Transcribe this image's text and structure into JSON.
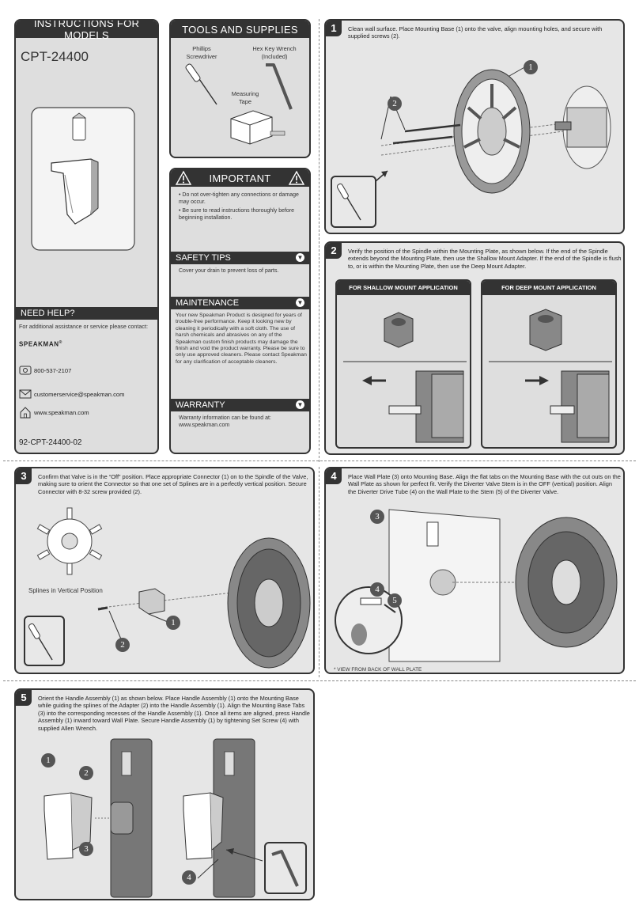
{
  "models_panel": {
    "header": "INSTRUCTIONS FOR MODELS",
    "model": "CPT-24400",
    "help_header": "NEED HELP?",
    "help_text": "For additional assistance or service please contact:",
    "brand": "SPEAKMAN",
    "brand_mark": "®",
    "phone": "800-537-2107",
    "email": "customerservice@speakman.com",
    "website": "www.speakman.com",
    "doc_number": "92-CPT-24400-02"
  },
  "tools_panel": {
    "header": "TOOLS AND SUPPLIES",
    "tools": [
      "Phillips Screwdriver",
      "Hex Key Wrench (Included)",
      "Measuring Tape"
    ]
  },
  "important_panel": {
    "header": "IMPORTANT",
    "bullets": [
      "Do not over-tighten any connections or damage may occur.",
      "Be sure to read instructions thoroughly before beginning installation."
    ],
    "safety_header": "SAFETY TIPS",
    "safety_text": "Cover your drain to prevent loss of parts.",
    "maintenance_header": "MAINTENANCE",
    "maintenance_text": "Your new Speakman Product is designed for years of trouble-free performance. Keep it looking new by cleaning it periodically with a soft cloth. The use of harsh chemicals and abrasives on any of the Speakman custom finish products may damage the finish and void the product warranty. Please be sure to only use approved cleaners. Please contact Speakman for any clarification of acceptable cleaners.",
    "warranty_header": "WARRANTY",
    "warranty_text": "Warranty information can be found at: www.speakman.com"
  },
  "steps": {
    "s1": {
      "num": "1",
      "text": "Clean wall surface. Place Mounting Base (1) onto the valve, align mounting holes, and secure with supplied screws (2)."
    },
    "s2": {
      "num": "2",
      "text": "Verify the position of the Spindle within the Mounting Plate, as shown below. If the end of the Spindle extends beyond the Mounting Plate, then use the Shallow Mount Adapter. If the end of the Spindle is flush to, or is within the Mounting Plate, then use the Deep Mount Adapter.",
      "shallow_label": "FOR SHALLOW MOUNT APPLICATION",
      "deep_label": "FOR DEEP MOUNT APPLICATION"
    },
    "s3": {
      "num": "3",
      "text": "Confirm that Valve is in the “Off” position. Place appropriate Connector (1) on to the Spindle of the Valve, making sure to orient the Connector so that one set of Splines are in a perfectly vertical position. Secure Connector with 8-32 screw provided (2).",
      "splines_label": "Splines in Vertical Position"
    },
    "s4": {
      "num": "4",
      "text": "Place Wall Plate (3) onto Mounting Base. Align the flat tabs on the Mounting Base with the cut outs on the Wall Plate as shown for perfect fit. Verify the Diverter Valve Stem is in the OFF (vertical) position. Align the Diverter Drive Tube (4) on the Wall Plate to the Stem (5) of the Diverter Valve.",
      "footnote": "* VIEW FROM BACK OF WALL PLATE"
    },
    "s5": {
      "num": "5",
      "text": "Orient the Handle Assembly (1) as shown below. Place Handle Assembly (1) onto the Mounting Base while guiding the splines of the Adapter (2) into the Handle Assembly (1). Align the Mounting Base Tabs (3) into the corresponding recesses of the Handle Assembly (1). Once all items are aligned, press Handle Assembly (1) inward toward Wall Plate. Secure Handle Assembly (1) by tightening Set Screw (4) with supplied Allen Wrench."
    }
  },
  "callouts": [
    "1",
    "2",
    "3",
    "4",
    "5"
  ],
  "icons": {
    "phone": "phone-icon",
    "email": "envelope-icon",
    "web": "house-icon",
    "warning": "warning-triangle-icon",
    "chevron": "chevron-down-icon"
  }
}
